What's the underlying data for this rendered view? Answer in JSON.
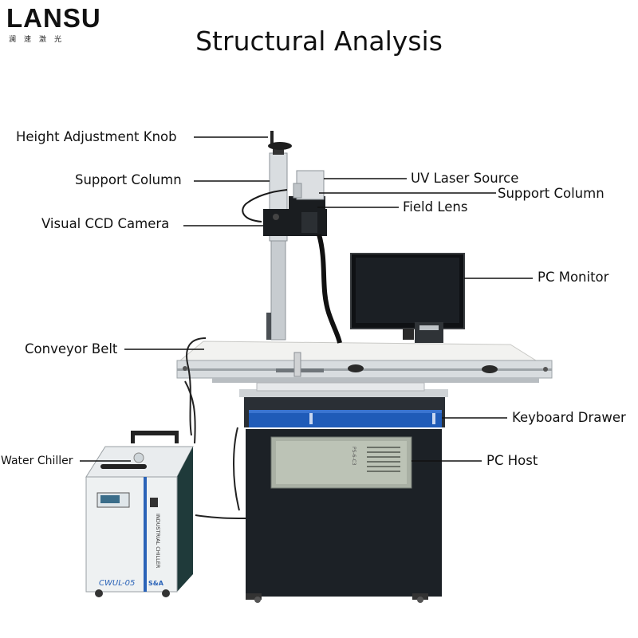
{
  "logo": {
    "text": "LANSU",
    "subtitle": "澜速激光",
    "accent": "#1f6fd1"
  },
  "title": "Structural Analysis",
  "labels": {
    "height_adjustment_knob": "Height Adjustment Knob",
    "support_column_left": "Support Column",
    "uv_laser_source": "UV Laser Source",
    "support_column_right": "Support Column",
    "field_lens": "Field Lens",
    "visual_ccd_camera": "Visual CCD Camera",
    "pc_monitor": "PC Monitor",
    "conveyor_belt": "Conveyor Belt",
    "keyboard_drawer": "Keyboard Drawer",
    "water_chiller": "Water Chiller",
    "pc_host": "PC Host"
  },
  "chiller": {
    "model": "CWUL-05",
    "side_text": "INDUSTRIAL CHILLER",
    "brand": "S&A"
  },
  "pc_host_panel_text": "PS-6-C3",
  "colors": {
    "drawer_blue": "#1f5bb8",
    "cabinet": "#1c2126",
    "chiller_accent": "#2a63b8"
  }
}
